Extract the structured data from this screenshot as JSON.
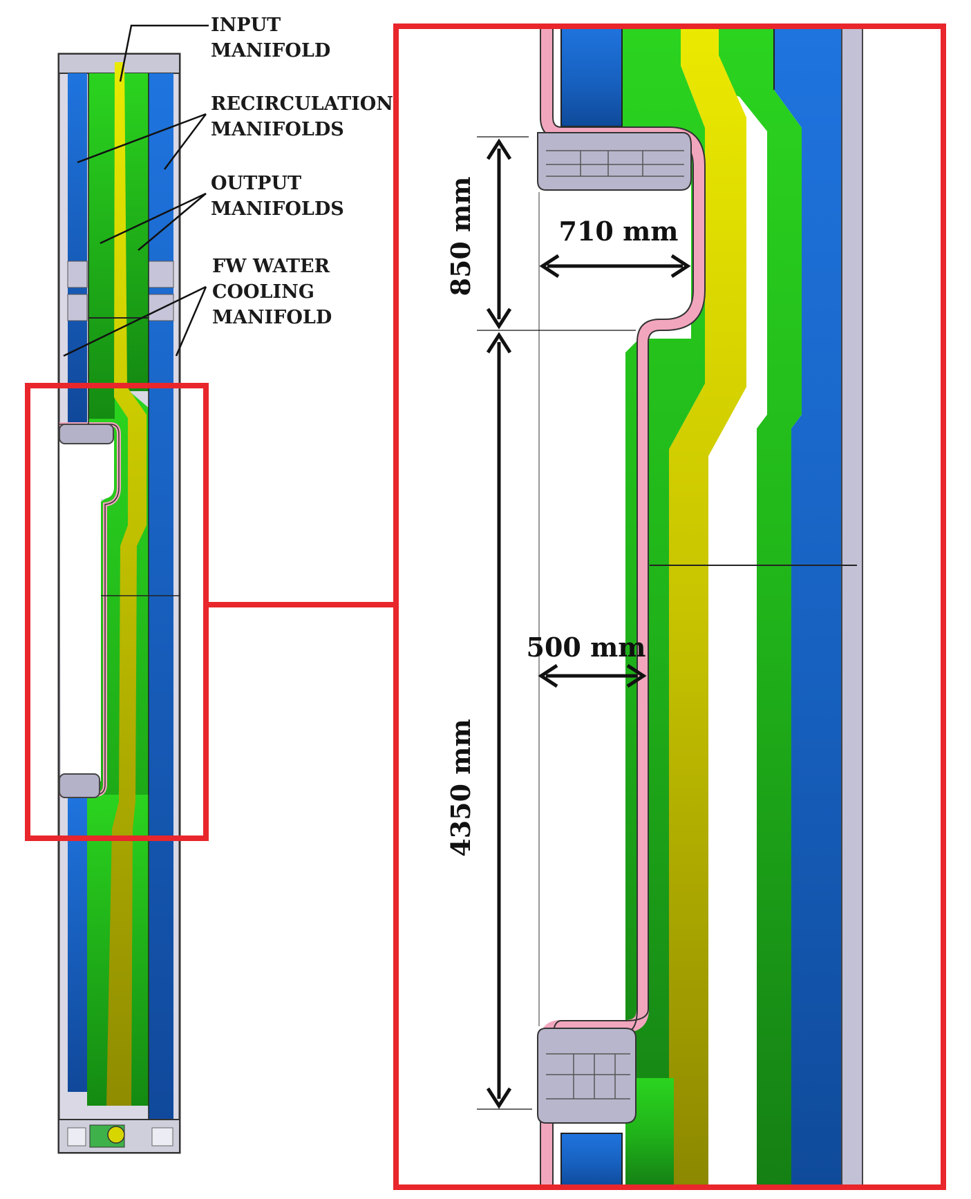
{
  "labels": {
    "input": [
      "INPUT",
      "MANIFOLD"
    ],
    "recirculation": [
      "RECIRCULATION",
      "MANIFOLDS"
    ],
    "output": [
      "OUTPUT",
      "MANIFOLDS"
    ],
    "fw_cooling": [
      "FW WATER",
      "COOLING",
      "MANIFOLD"
    ]
  },
  "dimensions": {
    "height_upper": "850 mm",
    "width_upper": "710 mm",
    "width_lower": "500 mm",
    "height_lower": "4350 mm"
  },
  "colors": {
    "highlight_box": "#e8262b",
    "blue_channel": "#1a6fd6",
    "green_channel": "#22c21a",
    "yellow_channel": "#d8d600",
    "first_wall": "#f2a6bd",
    "steel": "#b9b6cf"
  }
}
